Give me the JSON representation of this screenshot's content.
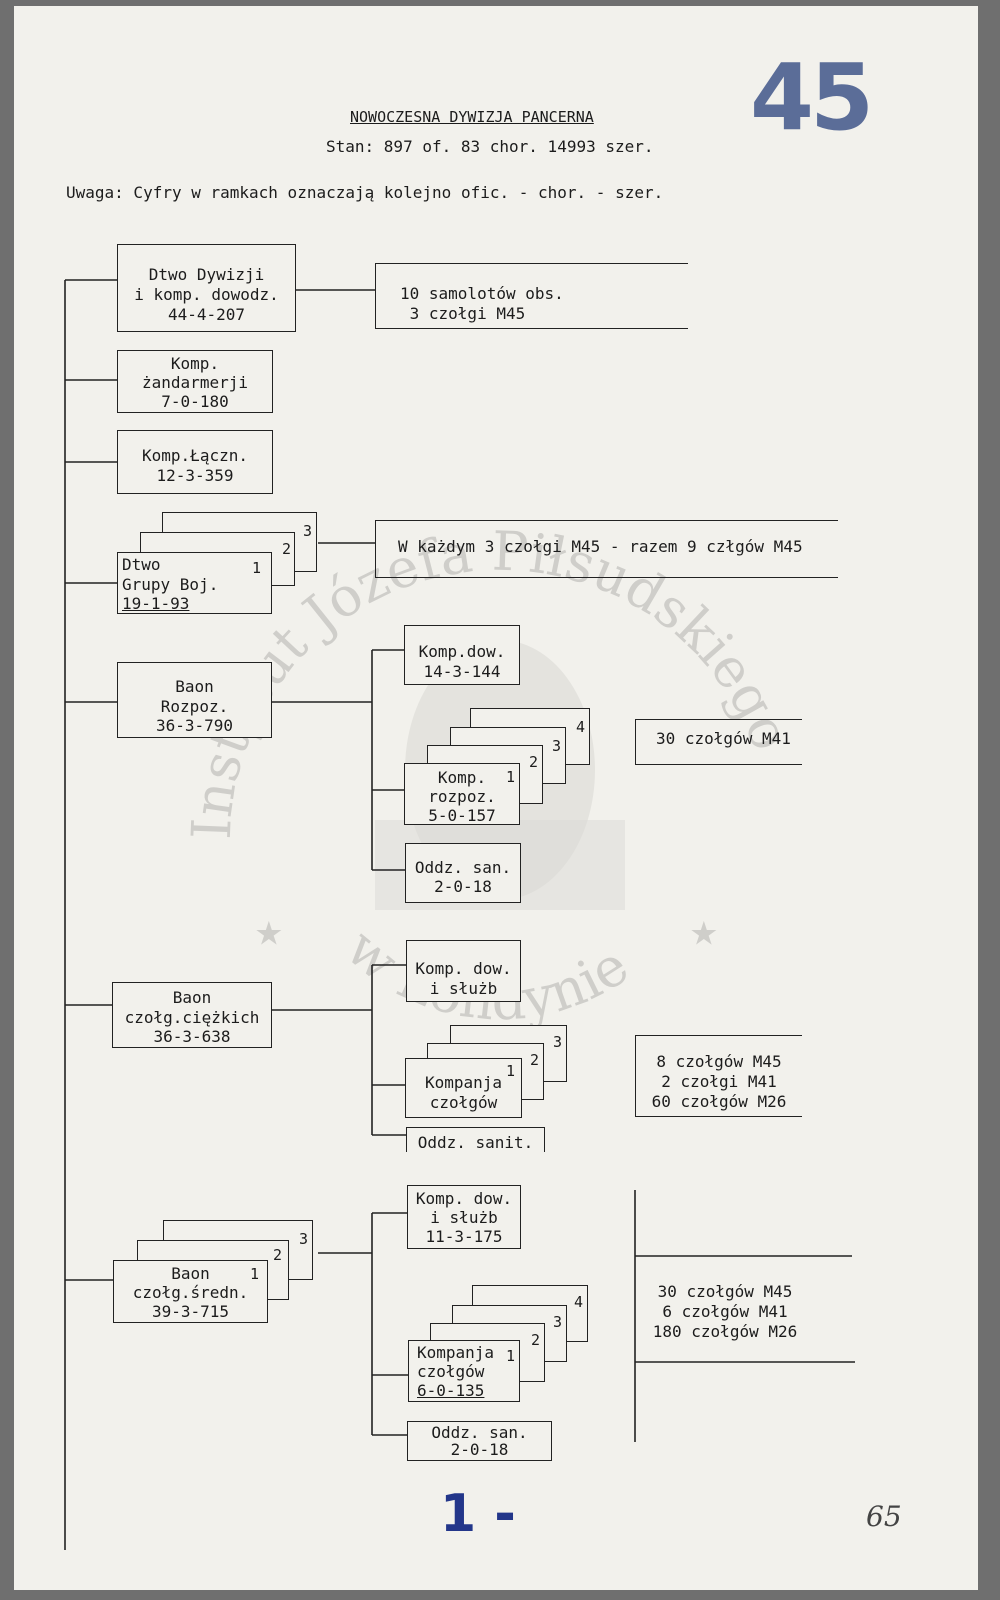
{
  "header": {
    "title": "NOWOCZESNA DYWIZJA PANCERNA",
    "strength": "Stan: 897 of. 83 chor. 14993 szer.",
    "note": "Uwaga: Cyfry w ramkach oznaczają kolejno ofic. - chor. - szer."
  },
  "stamp_number": "45",
  "page_number": "1 -",
  "handwritten_number": "65",
  "units": {
    "dtwo_dywizji": {
      "line1": "Dtwo Dywizji",
      "line2": "i komp. dowodz.",
      "line3": "44-4-207"
    },
    "zandarmeria": {
      "line1": "Komp.",
      "line2": "żandarmerji",
      "line3": "7-0-180"
    },
    "laczn": {
      "line1": "Komp.Łączn.",
      "line2": "12-3-359"
    },
    "grupy_boj": {
      "line1": "Dtwo",
      "line2": "Grupy Boj.",
      "line3": "19-1-93",
      "n1": "1",
      "n2": "2",
      "n3": "3"
    },
    "rozpoz": {
      "line1": "Baon",
      "line2": "Rozpoz.",
      "line3": "36-3-790"
    },
    "rozpoz_komp_dow": {
      "line1": "Komp.dow.",
      "line2": "14-3-144"
    },
    "rozpoz_komp": {
      "line1": "Komp.",
      "line2": "rozpoz.",
      "line3": "5-0-157",
      "n1": "1",
      "n2": "2",
      "n3": "3",
      "n4": "4"
    },
    "rozpoz_san": {
      "line1": "Oddz. san.",
      "line2": "2-0-18"
    },
    "ciezkich": {
      "line1": "Baon",
      "line2": "czołg.ciężkich",
      "line3": "36-3-638"
    },
    "ciezkich_komp_dow": {
      "line1": "Komp. dow.",
      "line2": "i służb"
    },
    "ciezkich_komp": {
      "line1": "Kompanja",
      "line2": "czołgów",
      "n1": "1",
      "n2": "2",
      "n3": "3"
    },
    "ciezkich_sanit": {
      "line1": "Oddz. sanit."
    },
    "srednich": {
      "line1": "Baon",
      "line2": "czołg.średn.",
      "line3": "39-3-715",
      "n1": "1",
      "n2": "2",
      "n3": "3"
    },
    "srednich_komp_dow": {
      "line1": "Komp. dow.",
      "line2": "i służb",
      "line3": "11-3-175"
    },
    "srednich_komp": {
      "line1": "Kompanja",
      "line2": "czołgów",
      "line3": "6-0-135",
      "n1": "1",
      "n2": "2",
      "n3": "3",
      "n4": "4"
    },
    "srednich_san": {
      "line1": "Oddz. san.",
      "line2": "2-0-18"
    }
  },
  "equipment": {
    "dtwo": {
      "line1": "10 samolotów obs.",
      "line2": " 3 czołgi M45"
    },
    "grupy": {
      "line1": "W każdym 3 czołgi M45 - razem 9 człgów M45"
    },
    "rozpoz": {
      "line1": "30 czołgów M41"
    },
    "ciezkich": {
      "line1": "8 czołgów M45",
      "line2": "2 czołgi M41",
      "line3": "60 czołgów M26"
    },
    "srednich": {
      "line1": "30 czołgów M45",
      "line2": "6 czołgów M41",
      "line3": "180 czołgów M26"
    }
  },
  "watermark": {
    "arc_top": "Instytut Józefa Piłsudskiego",
    "arc_bottom": "w Londynie"
  },
  "colors": {
    "paper": "#f2f1ec",
    "ink": "#1c1c1c",
    "stamp": "#4b5f8f",
    "page_number": "#23368a"
  }
}
